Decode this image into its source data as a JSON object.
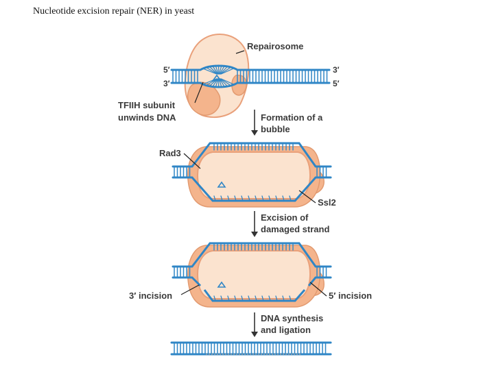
{
  "title": "Nucleotide excision repair (NER) in yeast",
  "labels": {
    "repairosome": "Repairosome",
    "tfiih_line1": "TFIIH subunit",
    "tfiih_line2": "unwinds DNA",
    "rad3": "Rad3",
    "ssl2": "Ssl2",
    "incision3": "3′ incision",
    "incision5": "5′ incision"
  },
  "ends": {
    "left_top": "5′",
    "left_bottom": "3′",
    "right_top": "3′",
    "right_bottom": "5′"
  },
  "steps": [
    {
      "line1": "Formation of a",
      "line2": "bubble"
    },
    {
      "line1": "Excision of",
      "line2": "damaged strand"
    },
    {
      "line1": "DNA synthesis",
      "line2": "and ligation"
    }
  ],
  "colors": {
    "dna": "#2f86c6",
    "protein_light": "#fbe3cf",
    "protein_dark": "#f4b48c",
    "damage_marker": "#2f86c6"
  }
}
